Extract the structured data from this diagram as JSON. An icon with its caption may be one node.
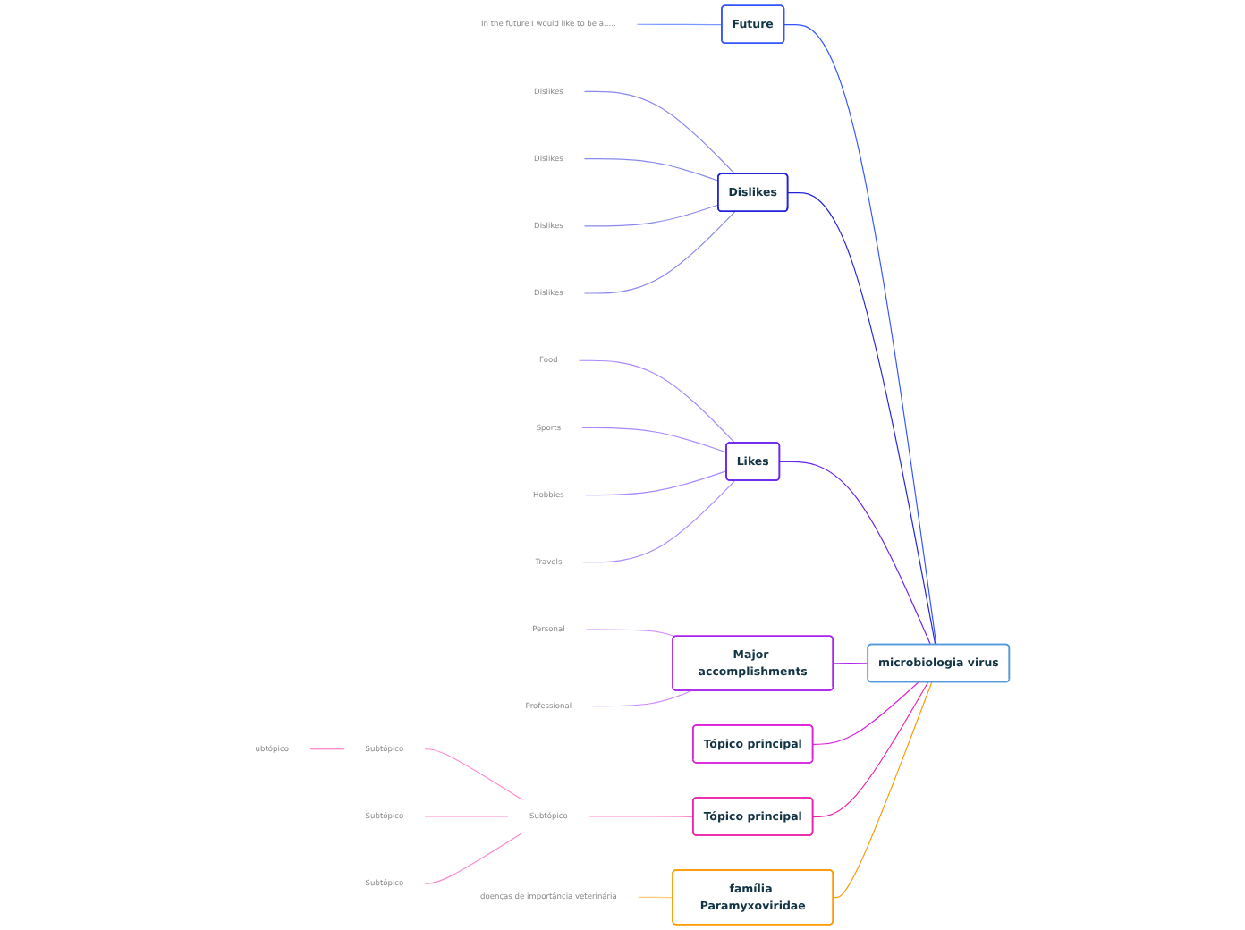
{
  "diagram": {
    "nodes": [
      {
        "text": [
          "microbiologia virus"
        ]
      },
      {
        "text": [
          "Future"
        ]
      },
      {
        "text": [
          "In the future I would like to be a....."
        ]
      },
      {
        "text": [
          "Dislikes"
        ]
      },
      {
        "text": [
          "Dislikes"
        ]
      },
      {
        "text": [
          "Dislikes"
        ]
      },
      {
        "text": [
          "Dislikes"
        ]
      },
      {
        "text": [
          "Dislikes"
        ]
      },
      {
        "text": [
          "Likes"
        ]
      },
      {
        "text": [
          "Food"
        ]
      },
      {
        "text": [
          "Sports"
        ]
      },
      {
        "text": [
          "Hobbies"
        ]
      },
      {
        "text": [
          "Travels"
        ]
      },
      {
        "text": [
          "Major accomplishments"
        ]
      },
      {
        "text": [
          "Personal"
        ]
      },
      {
        "text": [
          "Professional"
        ]
      },
      {
        "text": [
          "Tópico principal"
        ]
      },
      {
        "text": [
          "Tópico principal"
        ]
      },
      {
        "text": [
          "Subtópico"
        ]
      },
      {
        "text": [
          "Subtópico"
        ]
      },
      {
        "text": [
          "Subtópico"
        ]
      },
      {
        "text": [
          "Subtópico"
        ]
      },
      {
        "text": [
          "ubtópico"
        ]
      },
      {
        "text": [
          "família Paramyxoviridae"
        ]
      },
      {
        "text": [
          "doenças de importância veterinária"
        ]
      }
    ],
    "edges": [
      {
        "from": 0,
        "to": 1,
        "arrow": "none",
        "color": "#3355ff"
      },
      {
        "from": 1,
        "to": 2,
        "arrow": "none",
        "color": "#7799ff"
      },
      {
        "from": 0,
        "to": 3,
        "arrow": "none",
        "color": "#2222dd"
      },
      {
        "from": 3,
        "to": 4,
        "arrow": "none",
        "color": "#8888ee"
      },
      {
        "from": 3,
        "to": 5,
        "arrow": "none",
        "color": "#8888ee"
      },
      {
        "from": 3,
        "to": 6,
        "arrow": "none",
        "color": "#8888ee"
      },
      {
        "from": 3,
        "to": 7,
        "arrow": "none",
        "color": "#8888ee"
      },
      {
        "from": 0,
        "to": 8,
        "arrow": "none",
        "color": "#6a22ee"
      },
      {
        "from": 8,
        "to": 9,
        "arrow": "none",
        "color": "#aa88ff"
      },
      {
        "from": 8,
        "to": 10,
        "arrow": "none",
        "color": "#aa88ff"
      },
      {
        "from": 8,
        "to": 11,
        "arrow": "none",
        "color": "#aa88ff"
      },
      {
        "from": 8,
        "to": 12,
        "arrow": "none",
        "color": "#aa88ff"
      },
      {
        "from": 0,
        "to": 13,
        "arrow": "none",
        "color": "#aa22ee"
      },
      {
        "from": 13,
        "to": 14,
        "arrow": "none",
        "color": "#cc88ff"
      },
      {
        "from": 13,
        "to": 15,
        "arrow": "none",
        "color": "#cc88ff"
      },
      {
        "from": 0,
        "to": 16,
        "arrow": "none",
        "color": "#dd22dd"
      },
      {
        "from": 0,
        "to": 17,
        "arrow": "none",
        "color": "#ee22aa"
      },
      {
        "from": 17,
        "to": 18,
        "arrow": "none",
        "color": "#ff88cc"
      },
      {
        "from": 18,
        "to": 19,
        "arrow": "none",
        "color": "#ff88cc"
      },
      {
        "from": 18,
        "to": 20,
        "arrow": "none",
        "color": "#ff88cc"
      },
      {
        "from": 18,
        "to": 21,
        "arrow": "none",
        "color": "#ff88cc"
      },
      {
        "from": 19,
        "to": 22,
        "arrow": "none",
        "color": "#ff66bb"
      },
      {
        "from": 0,
        "to": 23,
        "arrow": "none",
        "color": "#ff9900"
      },
      {
        "from": 23,
        "to": 24,
        "arrow": "none",
        "color": "#ffcc77"
      }
    ]
  }
}
